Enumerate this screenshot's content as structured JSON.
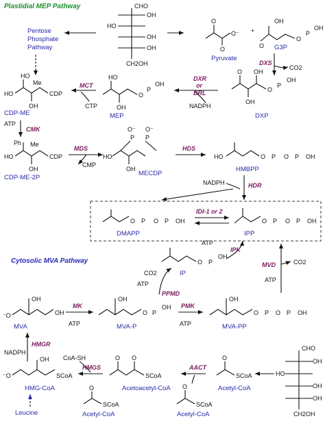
{
  "colors": {
    "mep_title": "#1f8f2f",
    "mva_title": "#2a2ab8",
    "compound": "#2a2aa8",
    "enzyme": "#7a1a5e",
    "ink": "#111111"
  },
  "titles": {
    "mep": "Plastidial MEP Pathway",
    "mva": "Cytosolic MVA Pathway"
  },
  "compounds": {
    "pentose": [
      "Pentose",
      "Phosphate",
      "Pathway"
    ],
    "pyruvate": "Pyruvate",
    "g3p": "G3P",
    "dxp": "DXP",
    "mep": "MEP",
    "cdpme": "CDP-ME",
    "cdpme2p": "CDP-ME-2P",
    "mecdp": "MECDP",
    "hmbpp": "HMBPP",
    "dmapp": "DMAPP",
    "ipp": "IPP",
    "ip": "IP",
    "mva": "MVA",
    "mvap": "MVA-P",
    "mvapp": "MVA-PP",
    "hmgcoa": "HMG-CoA",
    "acetoacetylcoa": "Acetoacetyl-CoA",
    "acetylcoa": "Acetyl-CoA",
    "leucine": "Leucine"
  },
  "enzymes": {
    "dxs": "DXS",
    "dxr": "DXR",
    "or": "or",
    "drl": "DRL",
    "mct": "MCT",
    "cmk": "CMK",
    "mds": "MDS",
    "hds": "HDS",
    "hdr": "HDR",
    "idi": "IDI-1 or 2",
    "ipk": "IPK",
    "mvd": "MVD",
    "ppmd": "PPMD",
    "mk": "MK",
    "pmk": "PMK",
    "hmgr": "HMGR",
    "hmgs": "HMGS",
    "aact": "AACT"
  },
  "cofactors": {
    "nadph": "NADPH",
    "ctp": "CTP",
    "atp": "ATP",
    "cmp": "CMP",
    "co2": "CO2",
    "coash": "CoA-SH"
  },
  "labels": {
    "cho": "CHO",
    "ch2oh": "CH2OH",
    "oh": "OH",
    "ho": "HO",
    "me": "Me",
    "ph": "Ph",
    "cdp": "CDP",
    "o": "O",
    "p": "P",
    "ominus": "O⁻",
    "ominusleft": "⁻O",
    "scoa": "SCoA",
    "plus": "+",
    "acid_o": "O⁻"
  }
}
